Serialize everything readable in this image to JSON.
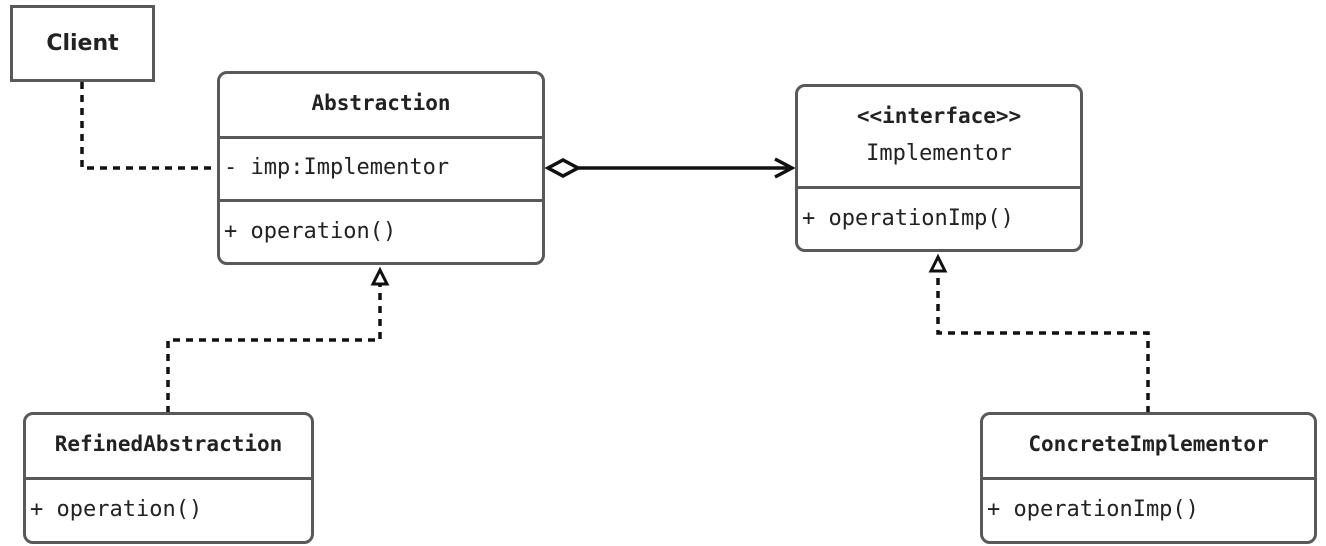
{
  "client": {
    "name": "Client"
  },
  "abstraction": {
    "name": "Abstraction",
    "fields": [
      "- imp:Implementor"
    ],
    "methods": [
      "+ operation()"
    ]
  },
  "implementor": {
    "stereotype": "<<interface>>",
    "name": "Implementor",
    "methods": [
      "+ operationImp()"
    ]
  },
  "refined_abstraction": {
    "name": "RefinedAbstraction",
    "methods": [
      "+ operation()"
    ]
  },
  "concrete_implementor": {
    "name": "ConcreteImplementor",
    "methods": [
      "+ operationImp()"
    ]
  },
  "colors": {
    "stroke": "#595959",
    "text": "#222222",
    "background": "#ffffff"
  }
}
